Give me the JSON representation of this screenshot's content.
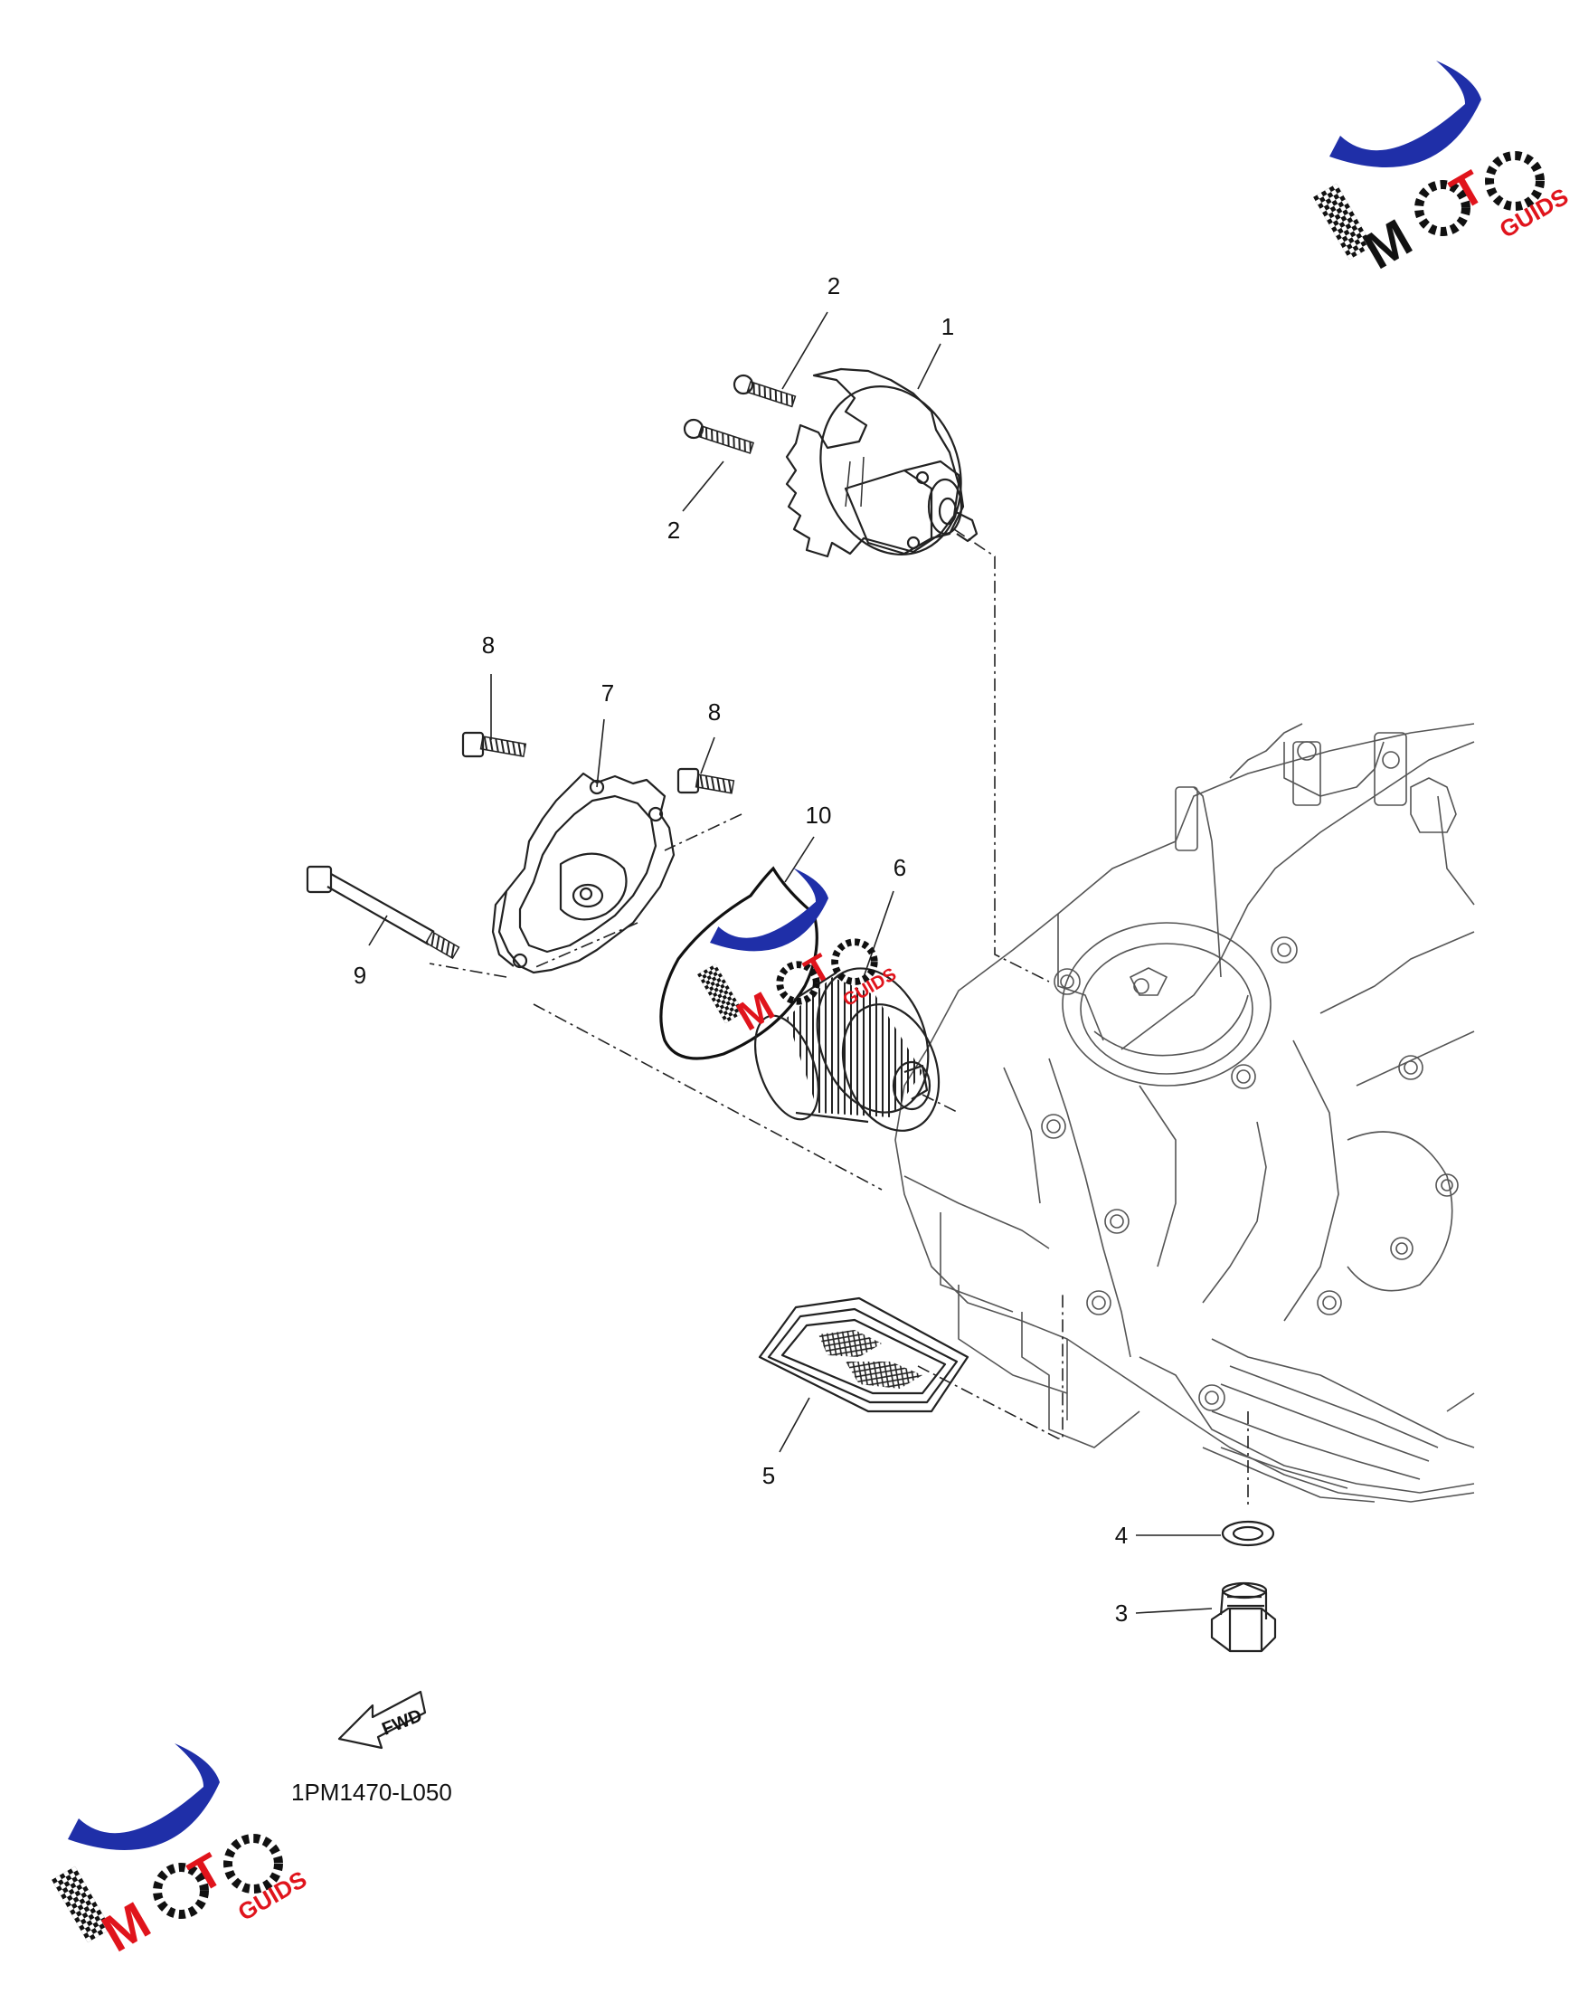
{
  "callouts": {
    "c1": "1",
    "c2a": "2",
    "c2b": "2",
    "c3": "3",
    "c4": "4",
    "c5": "5",
    "c6": "6",
    "c7": "7",
    "c8a": "8",
    "c8b": "8",
    "c9": "9",
    "c10": "10"
  },
  "fwd_label": "FWD",
  "diagram_code": "1PM1470-L050",
  "watermark": {
    "brand_main": "MOTO",
    "brand_sub": "GUIDS",
    "colors": {
      "blue": "#1f2fa8",
      "red": "#e0141c",
      "black": "#111111"
    }
  }
}
